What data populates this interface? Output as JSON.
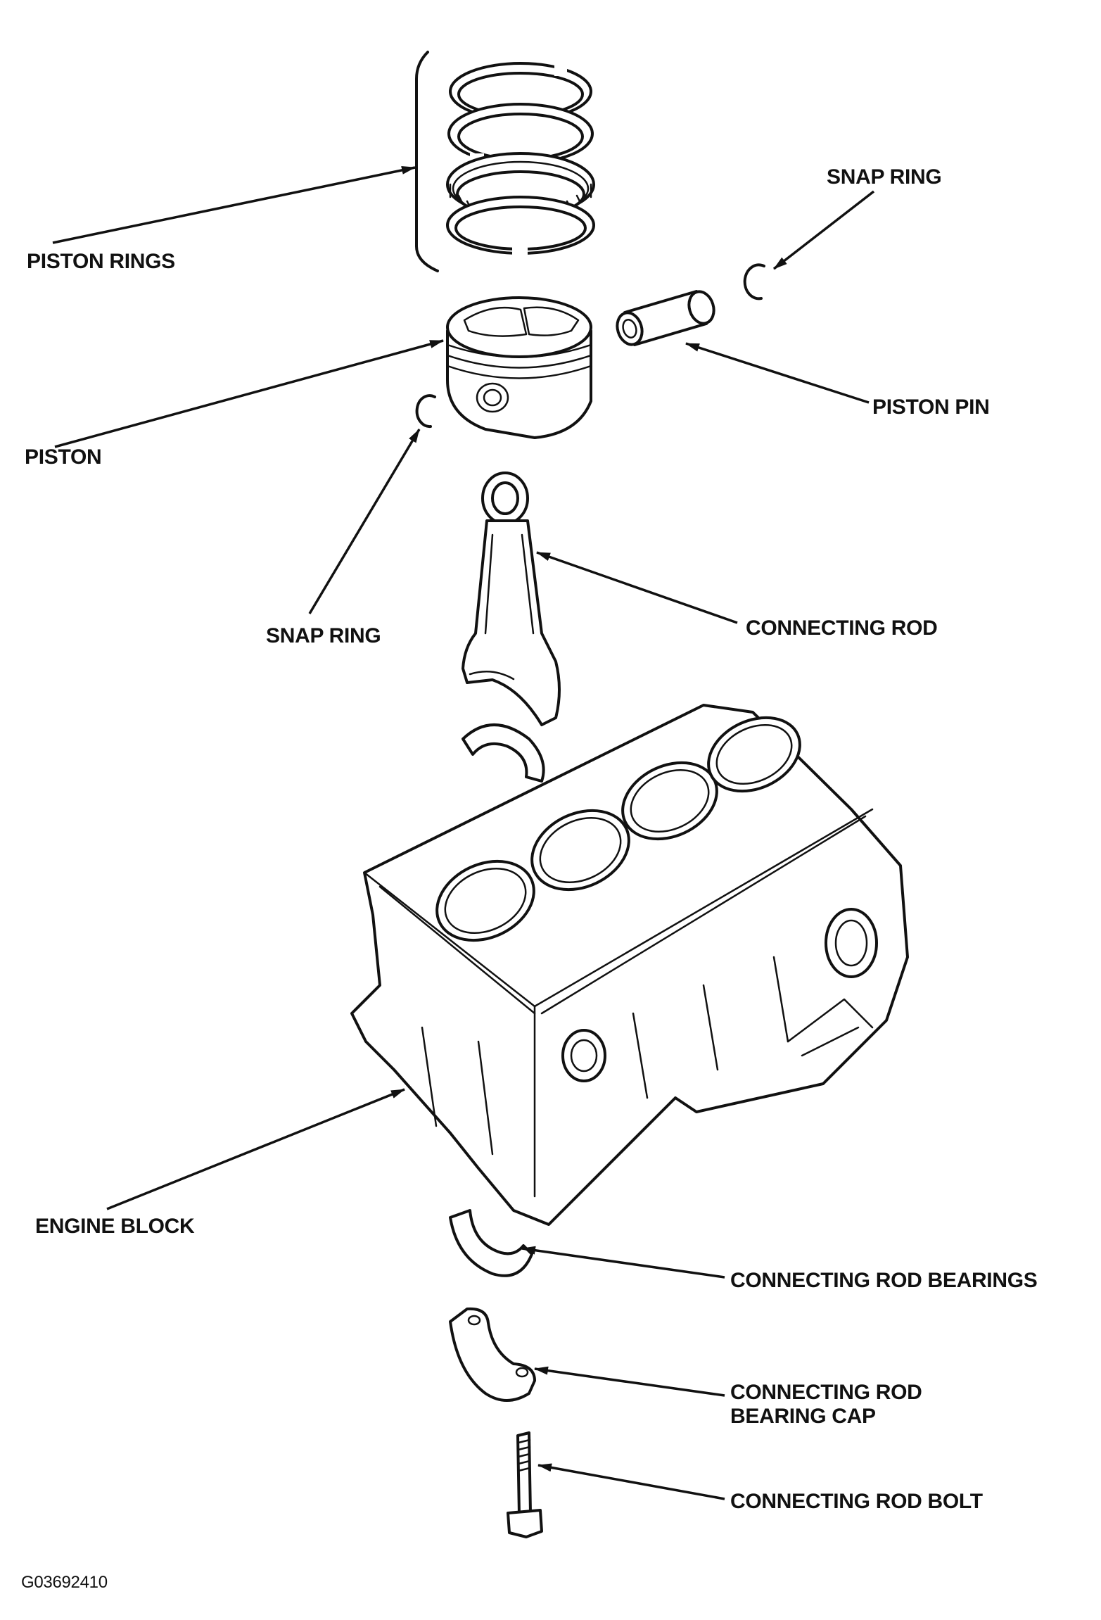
{
  "diagram": {
    "labels": {
      "piston_rings": "PISTON RINGS",
      "snap_ring_top": "SNAP RING",
      "piston_pin": "PISTON PIN",
      "piston": "PISTON",
      "snap_ring_left": "SNAP RING",
      "connecting_rod": "CONNECTING ROD",
      "engine_block": "ENGINE BLOCK",
      "connecting_rod_bearings": "CONNECTING ROD BEARINGS",
      "connecting_rod_bearing_cap_line1": "CONNECTING ROD",
      "connecting_rod_bearing_cap_line2": "BEARING CAP",
      "connecting_rod_bolt": "CONNECTING ROD BOLT"
    },
    "figure_code": "G03692410"
  }
}
